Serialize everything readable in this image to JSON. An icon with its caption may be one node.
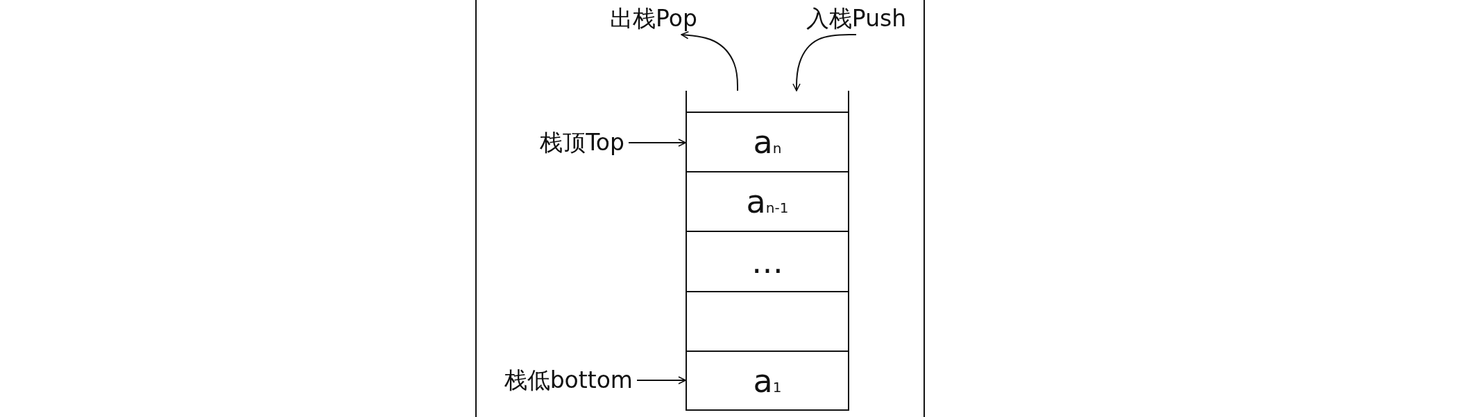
{
  "diagram": {
    "nodes": [
      {
        "text": [
          "出栈Pop"
        ]
      },
      {
        "text": [
          "入栈Push"
        ]
      },
      {
        "text": [
          "栈顶Top"
        ]
      },
      {
        "text": [
          "栈低bottom"
        ]
      },
      {
        "text": [],
        "shape": "box"
      },
      {
        "text": [
          "a$_{n}$"
        ],
        "in": 4
      },
      {
        "text": [
          "a$_{n-1}$"
        ],
        "in": 4
      },
      {
        "text": [
          "…"
        ],
        "in": 4
      },
      {
        "text": [],
        "shape": "box",
        "in": 4
      },
      {
        "text": [
          "a$_{1}$"
        ],
        "in": 4
      }
    ],
    "edges": [
      {
        "from": 4,
        "to": 0,
        "arrow": "to"
      },
      {
        "from": 1,
        "to": 4,
        "arrow": "to"
      },
      {
        "from": 2,
        "to": 5,
        "arrow": "to"
      },
      {
        "from": 3,
        "to": 9,
        "arrow": "to"
      }
    ]
  }
}
